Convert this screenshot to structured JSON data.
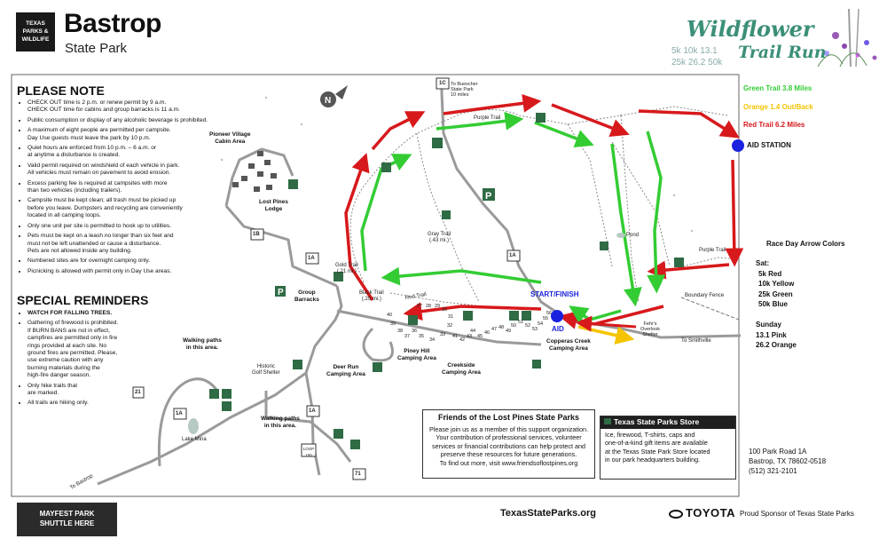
{
  "header": {
    "logo_lines": [
      "TEXAS",
      "PARKS &",
      "WILDLIFE"
    ],
    "park_name": "Bastrop",
    "park_type": "State Park"
  },
  "race_logo": {
    "line1": "Wildflower",
    "line2": "Trail Run",
    "distances1": "5k  10k  13.1",
    "distances2": "25k  26.2  50k"
  },
  "please_note": {
    "title": "PLEASE NOTE",
    "items": [
      [
        "CHECK OUT time is 2 p.m. or renew permit by 9 a.m.",
        "CHECK OUT time for cabins and group barracks is 11 a.m."
      ],
      [
        "Public consumption or display of any alcoholic beverage is prohibited."
      ],
      [
        "A maximum of eight people are permitted per campsite.",
        "Day Use guests must leave the park by 10 p.m."
      ],
      [
        "Quiet hours are enforced from 10 p.m. – 6 a.m. or",
        "at anytime a disturbance is created."
      ],
      [
        "Valid permit required on windshield of each vehicle in park.",
        "All vehicles must remain on pavement to avoid erosion."
      ],
      [
        "Excess parking fee is required at campsites with more",
        "than two vehicles (including trailers)."
      ],
      [
        "Campsite must be kept clean; all trash must be picked up",
        "before you leave.  Dumpsters and recycling are conveniently",
        "located in all camping loops."
      ],
      [
        "Only one unit per site is permitted to hook up to utilities."
      ],
      [
        "Pets must be kept on a leash no longer than six feet and",
        "must not be left unattended or cause a disturbance.",
        "Pets are not allowed inside any building."
      ],
      [
        "Numbered sites are for overnight camping only."
      ],
      [
        "Picnicking is allowed with permit only in Day Use areas."
      ]
    ]
  },
  "special_reminders": {
    "title": "SPECIAL REMINDERS",
    "items": [
      [
        "WATCH FOR FALLING TREES."
      ],
      [
        "Gathering of firewood is prohibited.",
        "If BURN BANS are not in effect,",
        "campfires are permitted only in fire",
        "rings provided at each site.  No",
        "ground fires are permitted.  Please,",
        "use extreme caution with any",
        "burning materials during the",
        "high-fire danger season."
      ],
      [
        "Only hike trails that",
        "are marked."
      ],
      [
        "All trails are hiking only."
      ]
    ]
  },
  "shuttle": {
    "line1": "MAYFEST PARK",
    "line2": "SHUTTLE HERE"
  },
  "race_info": {
    "green": "Green Trail 3.8 Miles",
    "orange": "Orange 1.4 Out/Back",
    "red": "Red Trail 6.2 Miles",
    "aid_station": "AID STATION",
    "arrow_title": "Race Day Arrow Colors",
    "sat_title": "Sat:",
    "sat_lines": [
      "5k Red",
      "10k Yellow",
      "25k Green",
      "50k Blue"
    ],
    "sun_title": "Sunday",
    "sun_lines": [
      "13.1 Pink",
      "26.2 Orange"
    ],
    "start_finish": "START/FINISH",
    "aid": "AID"
  },
  "map_labels": {
    "pioneer": [
      "Pioneer Village",
      "Cabin Area"
    ],
    "lodge": [
      "Lost Pines",
      "Lodge"
    ],
    "group_barracks": [
      "Group",
      "Barracks"
    ],
    "walking_left": [
      "Walking paths",
      "in this area."
    ],
    "walking_bottom": [
      "Walking paths",
      "in this area."
    ],
    "historic": [
      "Historic",
      "Golf Shelter"
    ],
    "lake_mina": "Lake Mina",
    "deer_run": [
      "Deer Run",
      "Camping Area"
    ],
    "piney_hill": [
      "Piney Hill",
      "Camping Area"
    ],
    "creekside": [
      "Creekside",
      "Camping Area"
    ],
    "copperas": [
      "Copperas Creek",
      "Camping Area"
    ],
    "fehrs": [
      "Fehr's",
      "Overlook",
      "Shelter"
    ],
    "boundary": "Boundary Fence",
    "to_buescher": [
      "To Buescher",
      "State Park",
      "10 miles"
    ],
    "to_smithville": "To Smithville",
    "to_bastrop": "To Bastrop",
    "gold_trail": [
      "Gold Trail",
      "(.21 mi.)"
    ],
    "black_trail": [
      "Black Trail",
      "(.25 mi.)"
    ],
    "gray_trail": [
      "Gray Trail",
      "(.43 mi.)"
    ],
    "red_trail": "Red Trail",
    "purple_trail": "Purple Trail",
    "pond": "Pond",
    "hwy_1c": "1C",
    "hwy_1a": "1A",
    "hwy_1b": "1B",
    "hwy_loop150": "LOOP 150",
    "hwy_71": "71",
    "campsites": [
      "27",
      "28",
      "29",
      "30",
      "31",
      "32",
      "33",
      "34",
      "35",
      "36",
      "37",
      "38",
      "39",
      "40",
      "41",
      "42",
      "43",
      "44",
      "45",
      "46",
      "47",
      "48",
      "49",
      "50",
      "51",
      "52",
      "53",
      "54",
      "55",
      "56"
    ]
  },
  "friends": {
    "title": "Friends of the Lost Pines State Parks",
    "lines": [
      "Please join us as a member of this support organization.",
      "Your contribution of professional services, volunteer",
      "services or financial contributions can help protect and",
      "preserve these resources for future generations."
    ],
    "more": "To find out more, visit www.friendsoflostpines.org"
  },
  "store": {
    "title": "Texas State Parks Store",
    "lines": [
      "Ice, firewood, T-shirts, caps and",
      "one-of-a-kind gift items are available",
      "at the Texas State Park Store located",
      "in our park headquarters building."
    ]
  },
  "address": [
    "100 Park Road 1A",
    "Bastrop, TX 78602-0518",
    "(512) 321-2101"
  ],
  "footer": {
    "website": "TexasStateParks.org",
    "toyota": "TOYOTA",
    "sponsor": "Proud Sponsor of Texas State Parks"
  },
  "colors": {
    "red": "#d7191c",
    "green": "#33cc33",
    "orange": "#f5c400",
    "blue": "#1a22e0",
    "map_green": "#2f6b44"
  }
}
